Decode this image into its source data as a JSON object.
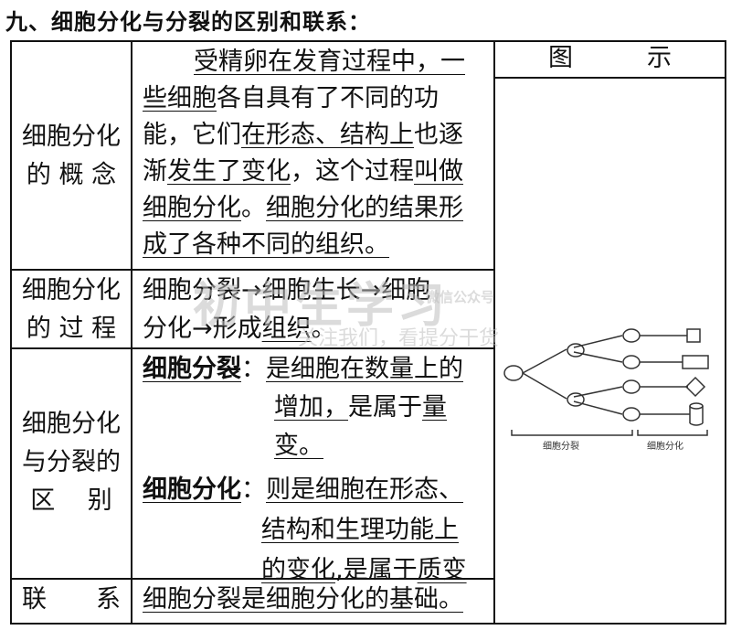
{
  "heading": "九、细胞分化与分裂的区别和联系：",
  "rows": {
    "concept": {
      "label_line1": "细胞分化",
      "label_line2": "的 概 念",
      "l1": "受精卵在发育过程中，一",
      "l2a": "些细胞",
      "l2b": "各自具有了不同的功",
      "l3a": "能，它们",
      "l3b": "在形态、结构上",
      "l3c": "也逐",
      "l4a": "渐",
      "l4b": "发生了变化",
      "l4c": "，这个过程",
      "l4d": "叫做",
      "l5a": "细胞分化",
      "l5b": "。",
      "l5c": "细胞分化的结果形",
      "l6": "成了各种不同的组织。"
    },
    "process": {
      "label_line1": "细胞分化",
      "label_line2": "的 过 程",
      "l1": "细胞分裂→细胞生长→细胞",
      "l2a": "分化→形成",
      "l2b": "组织",
      "l2c": "。"
    },
    "difference": {
      "label_line1": "细胞分化",
      "label_line2": "与分裂的",
      "label_line3": "区　 别",
      "division_term": "细胞分裂",
      "division_colon": "：",
      "division_l1": "是细胞在数量上的",
      "division_l2a": "增加，",
      "division_l2b": "是属于",
      "division_l2c": "量",
      "division_l3": "变。",
      "diff_term": "细胞分化",
      "diff_colon": "：",
      "diff_l1": "则是细胞在形态、",
      "diff_l2": "结构和生理功能上",
      "diff_l3a": "的变化",
      "diff_l3b": ",是属于",
      "diff_l3c": "质变"
    },
    "relation": {
      "label": "联　　系",
      "text": "细胞分裂是细胞分化的基础。"
    }
  },
  "diagram": {
    "header": "图　　　示",
    "label_division": "细胞分裂",
    "label_differentiation": "细胞分化"
  },
  "watermark": {
    "main": "初中生学习",
    "sub1": "微信公众号",
    "sub2": "关注我们，看提分干货"
  }
}
